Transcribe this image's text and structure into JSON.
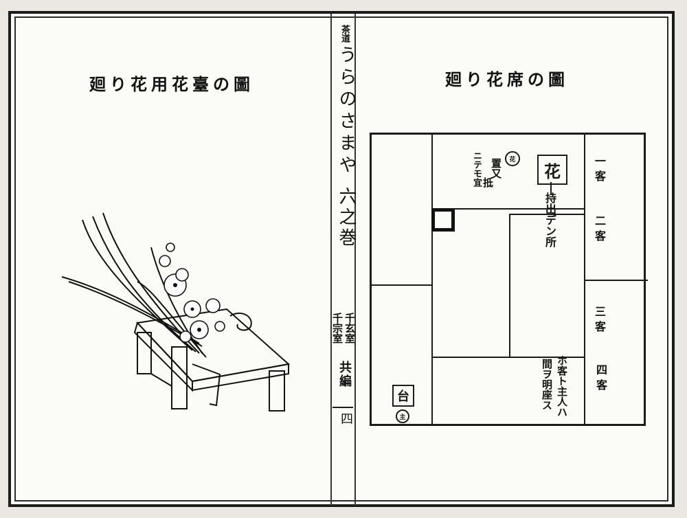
{
  "left_page": {
    "title": "廻り花用花臺の圖"
  },
  "spine": {
    "series_small": "茶道",
    "book_title": "うらのさまや",
    "volume": "六之巻",
    "author_a": "千宗室",
    "author_b": "千玄室",
    "author_suffix": "共編",
    "page_no": "四"
  },
  "right_page": {
    "title": "廻り花席の圖",
    "flower_label": "花",
    "flower_note": "持出デン所",
    "stand_note_a": "置又",
    "stand_note_b": "ニテモ宜",
    "stand_note_c": "抵",
    "stand_circle": "花",
    "guest1": "一客",
    "guest2": "二客",
    "guest3": "三客",
    "guest4": "四客",
    "host_note_a": "ホ客ト主人ハ",
    "host_note_b": "間ヲ明座ス",
    "dai_label": "台",
    "dai_circle": "主"
  }
}
